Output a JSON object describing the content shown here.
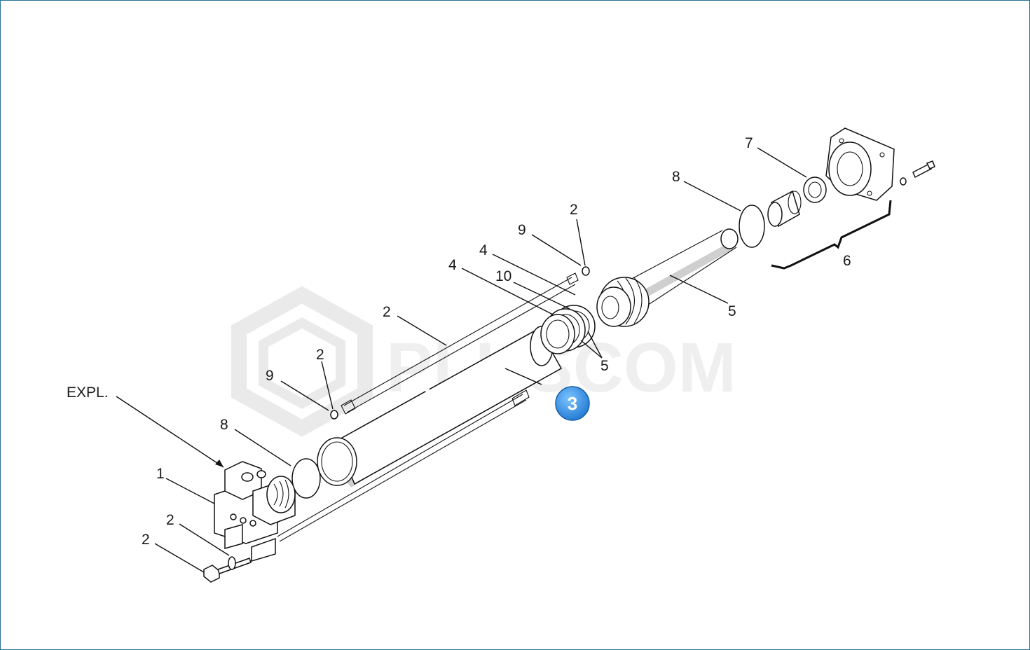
{
  "watermark": {
    "text": "PLUSCOM"
  },
  "badge": {
    "label": "3",
    "color": "#2f8fe0"
  },
  "frame_color": "#2a6f97",
  "labels": {
    "expl": "EXPL.",
    "l1": "1",
    "l2a": "2",
    "l2b": "2",
    "l2c": "2",
    "l2d": "2",
    "l2e": "2",
    "l8a": "8",
    "l8b": "8",
    "l9a": "9",
    "l9b": "9",
    "l4a": "4",
    "l4b": "4",
    "l10": "10",
    "l5a": "5",
    "l5b": "5",
    "l6": "6",
    "l7": "7"
  }
}
